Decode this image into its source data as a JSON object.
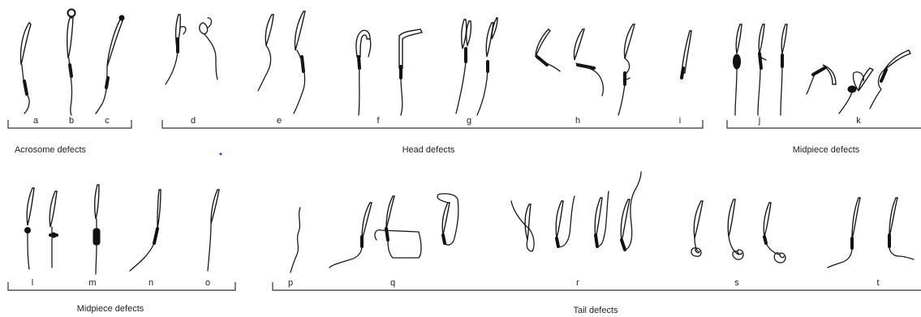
{
  "groups": [
    {
      "caption": "Acrosome defects",
      "letters": [
        "a",
        "b",
        "c"
      ]
    },
    {
      "caption": "Head defects",
      "letters": [
        "d",
        "e",
        "f",
        "g",
        "h",
        "i"
      ]
    },
    {
      "caption": "Midpiece defects",
      "letters": [
        "j",
        "k"
      ]
    },
    {
      "caption": "Midpiece defects",
      "letters": [
        "l",
        "m",
        "n",
        "o"
      ]
    },
    {
      "caption": "Tail defects",
      "letters": [
        "p",
        "q",
        "r",
        "s",
        "t"
      ]
    }
  ],
  "colors": {
    "ink": "#1a1a1a",
    "stray_dot": "#2b3bd6"
  }
}
